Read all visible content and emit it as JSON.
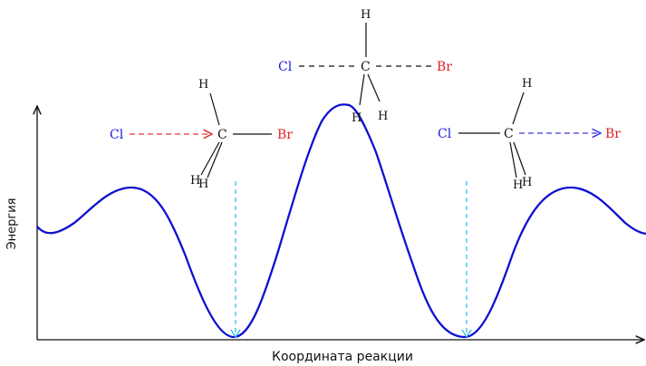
{
  "axes": {
    "x_label": "Координата реакции",
    "y_label": "Энергия"
  },
  "colors": {
    "curve": "#1010d0",
    "chlorine": "#1a1ae0",
    "bromine": "#e02020",
    "bond": "#111111",
    "reactant_arrow": "#e03030",
    "product_arrow": "#3a3ad8",
    "drop_line": "#29b6e8"
  },
  "molecules": {
    "reactant": {
      "left": "Cl",
      "center": "C",
      "right": "Br",
      "h_top": "H",
      "h_bottom_1": "H",
      "h_bottom_2": "H"
    },
    "transition": {
      "left": "Cl",
      "center": "C",
      "right": "Br",
      "h_top": "H",
      "h_bottom_1": "H",
      "h_bottom_2": "H"
    },
    "product": {
      "left": "Cl",
      "center": "C",
      "right": "Br",
      "h_top": "H",
      "h_bottom_1": "H",
      "h_bottom_2": "H"
    }
  }
}
